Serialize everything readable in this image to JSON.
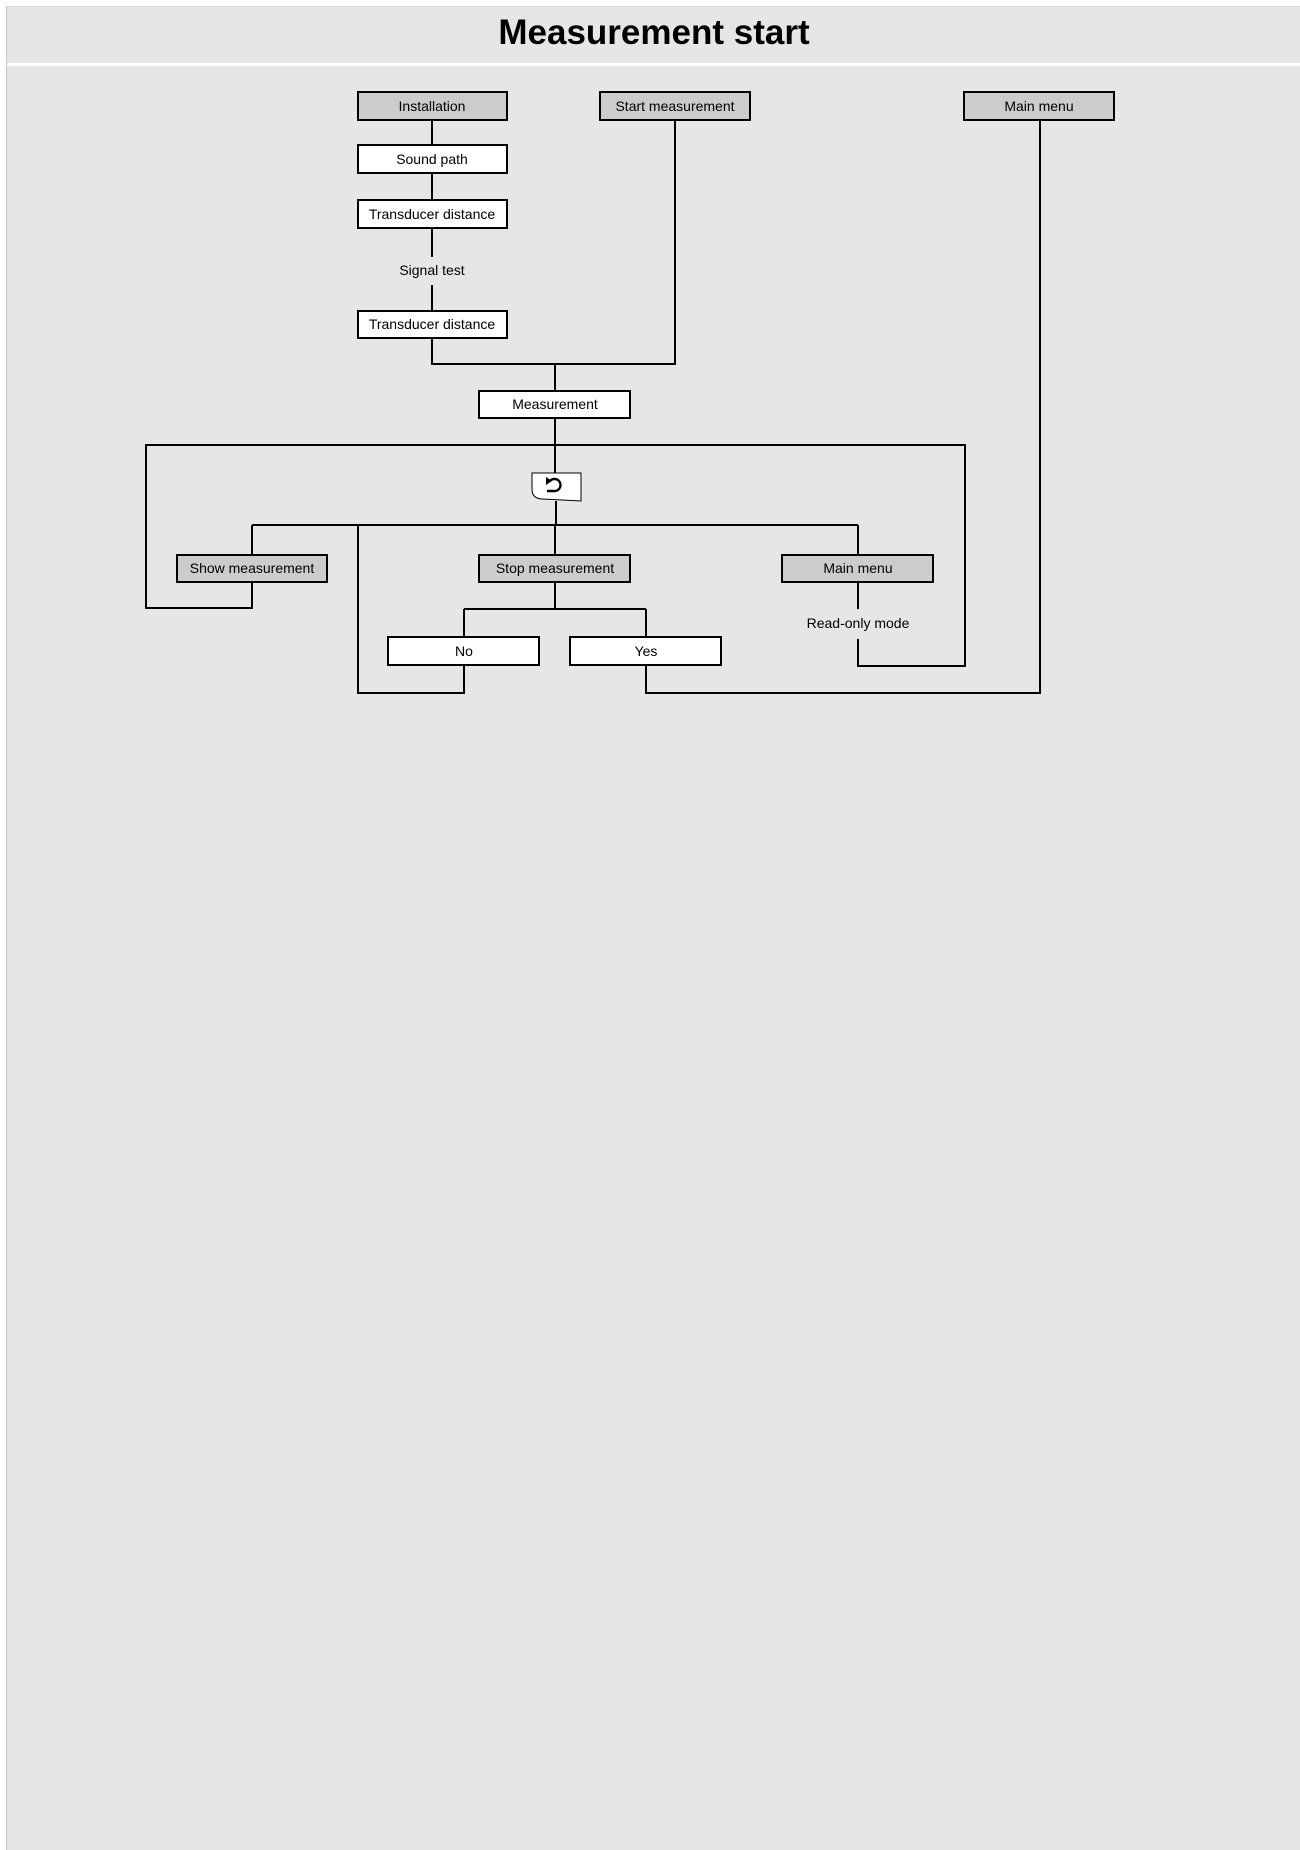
{
  "title": "Measurement start",
  "nodes": {
    "installation": "Installation",
    "sound_path": "Sound path",
    "transducer_distance_1": "Transducer distance",
    "signal_test": "Signal test",
    "transducer_distance_2": "Transducer distance",
    "start_measurement": "Start measurement",
    "main_menu_top": "Main menu",
    "measurement": "Measurement",
    "back_key_icon": "back-arrow-icon",
    "show_measurement": "Show measurement",
    "stop_measurement": "Stop measurement",
    "main_menu_mid": "Main menu",
    "read_only_mode": "Read-only mode",
    "no": "No",
    "yes": "Yes"
  },
  "colors": {
    "page_background": "#e6e6e6",
    "menu_item_fill": "#cccccc",
    "parameter_fill": "#ffffff",
    "line": "#000000"
  }
}
